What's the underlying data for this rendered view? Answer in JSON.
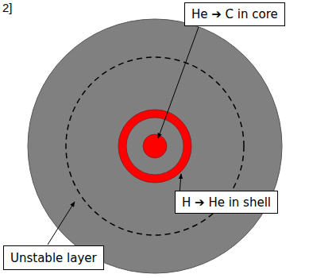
{
  "diagram": {
    "nodes": [
      {
        "text": [
          "He ➔ C in core"
        ]
      },
      {
        "text": [
          "H ➔ He in shell"
        ]
      },
      {
        "text": [
          "Unstable layer"
        ]
      }
    ],
    "labels": [
      "2]"
    ]
  }
}
